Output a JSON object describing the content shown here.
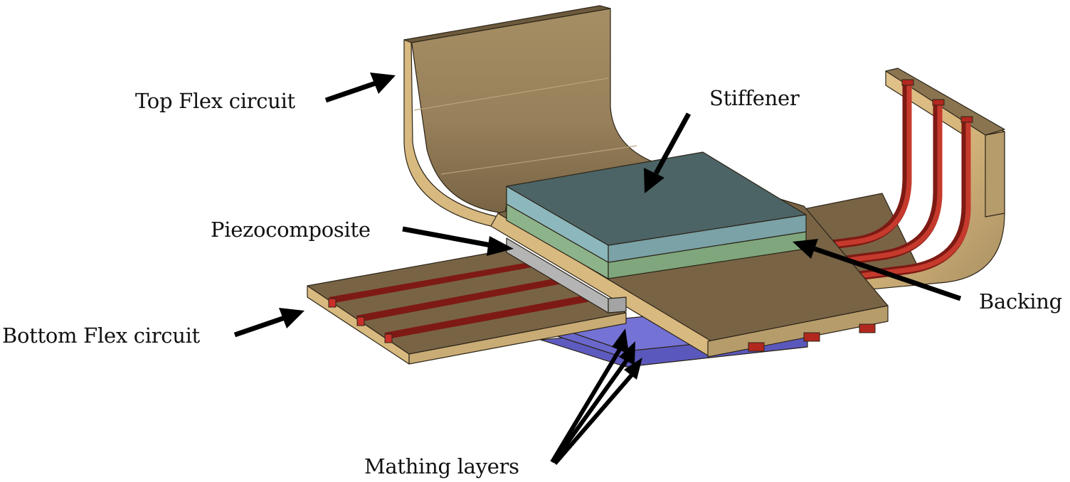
{
  "figure": {
    "title": "Ultrasound transducer stack with flex circuits (3D exploded view)",
    "colors": {
      "flex_top_face": "#786445",
      "flex_edge": "#d8b97f",
      "flex_inner_curve": "#a58c63",
      "trace": "#b2281f",
      "trace_dark": "#7e1a14",
      "stiffener_top": "#4d6466",
      "stiffener_side": "#87b0b6",
      "backing_side": "#8db38a",
      "piezo": "#b4b4b4",
      "matching": "#6b68d0"
    },
    "labels": {
      "top_flex": "Top Flex circuit",
      "stiffener": "Stiffener",
      "piezocomposite": "Piezocomposite",
      "backing": "Backing",
      "bottom_flex": "Bottom Flex circuit",
      "matching_layers": "Mathing layers"
    },
    "components": [
      {
        "id": "top-flex-circuit",
        "name": "Top Flex circuit",
        "traces": 3
      },
      {
        "id": "bottom-flex-circuit",
        "name": "Bottom Flex circuit",
        "traces": 3
      },
      {
        "id": "stiffener",
        "name": "Stiffener"
      },
      {
        "id": "backing",
        "name": "Backing"
      },
      {
        "id": "piezocomposite",
        "name": "Piezocomposite"
      },
      {
        "id": "matching-layers",
        "name": "Mathing layers",
        "count": 3
      }
    ]
  }
}
